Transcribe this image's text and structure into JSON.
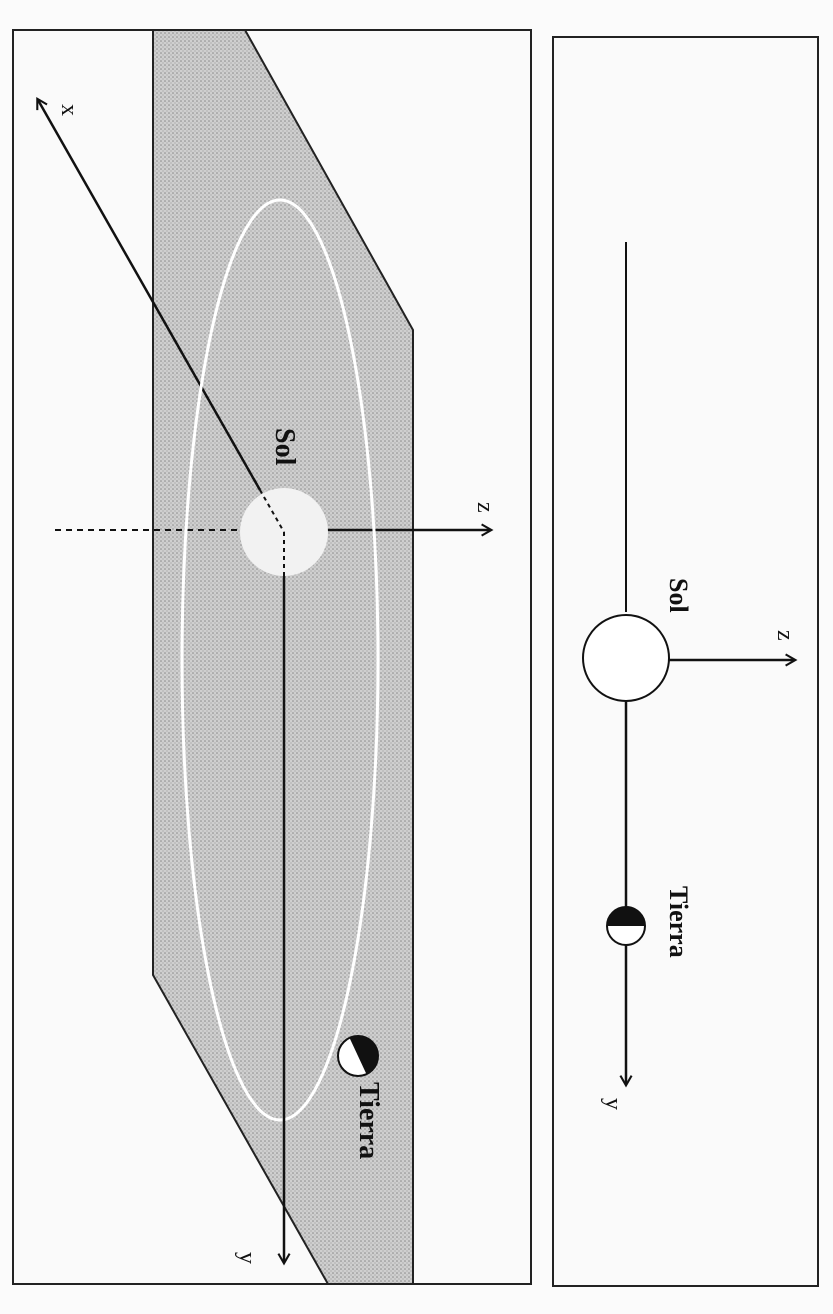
{
  "left_panel": {
    "labels": {
      "x_axis": "x",
      "y_axis": "y",
      "z_axis": "z",
      "sun": "Sol",
      "earth": "Tierra"
    }
  },
  "right_panel": {
    "labels": {
      "y_axis": "y",
      "z_axis": "z",
      "sun": "Sol",
      "earth": "Tierra"
    }
  }
}
